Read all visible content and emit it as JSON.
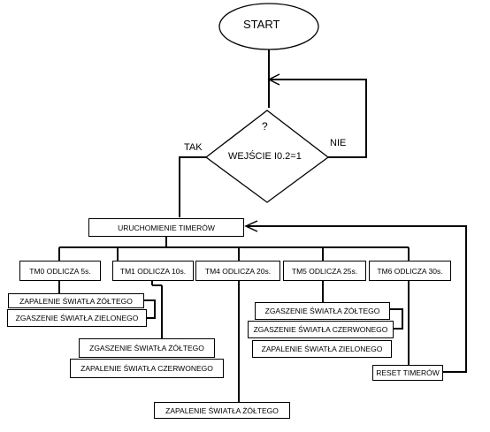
{
  "start": "START",
  "decision": {
    "question": "?",
    "condition": "WEJŚCIE I0.2=1",
    "yes": "TAK",
    "no": "NIE"
  },
  "start_timers": "URUCHOMIENIE TIMERÓW",
  "timers": [
    "TM0  ODLICZA 5s.",
    "TM1 ODLICZA 10s.",
    "TM4 ODLICZA 20s.",
    "TM5  ODLICZA 25s.",
    "TM6  ODLICZA 30s."
  ],
  "actions": {
    "tm0_a": "ZAPALENIE ŚWIATŁA ŻÓŁTEGO",
    "tm0_b": "ZGASZENIE ŚWIATŁA ZIELONEGO",
    "tm1_a": "ZGASZENIE ŚWIATŁA ŻÓŁTEGO",
    "tm1_b": "ZAPALENIE ŚWIATŁA CZERWONEGO",
    "tm4_a": "ZAPALENIE ŚWIATŁA ŻÓŁTEGO",
    "tm5_a": "ZGASZENIE ŚWIATŁA ŻÓŁTEGO",
    "tm5_b": "ZGASZENIE ŚWIATŁA CZERWONEGO",
    "tm5_c": "ZAPALENIE ŚWIATŁA ZIELONEGO",
    "tm6_a": "RESET TIMERÓW"
  }
}
